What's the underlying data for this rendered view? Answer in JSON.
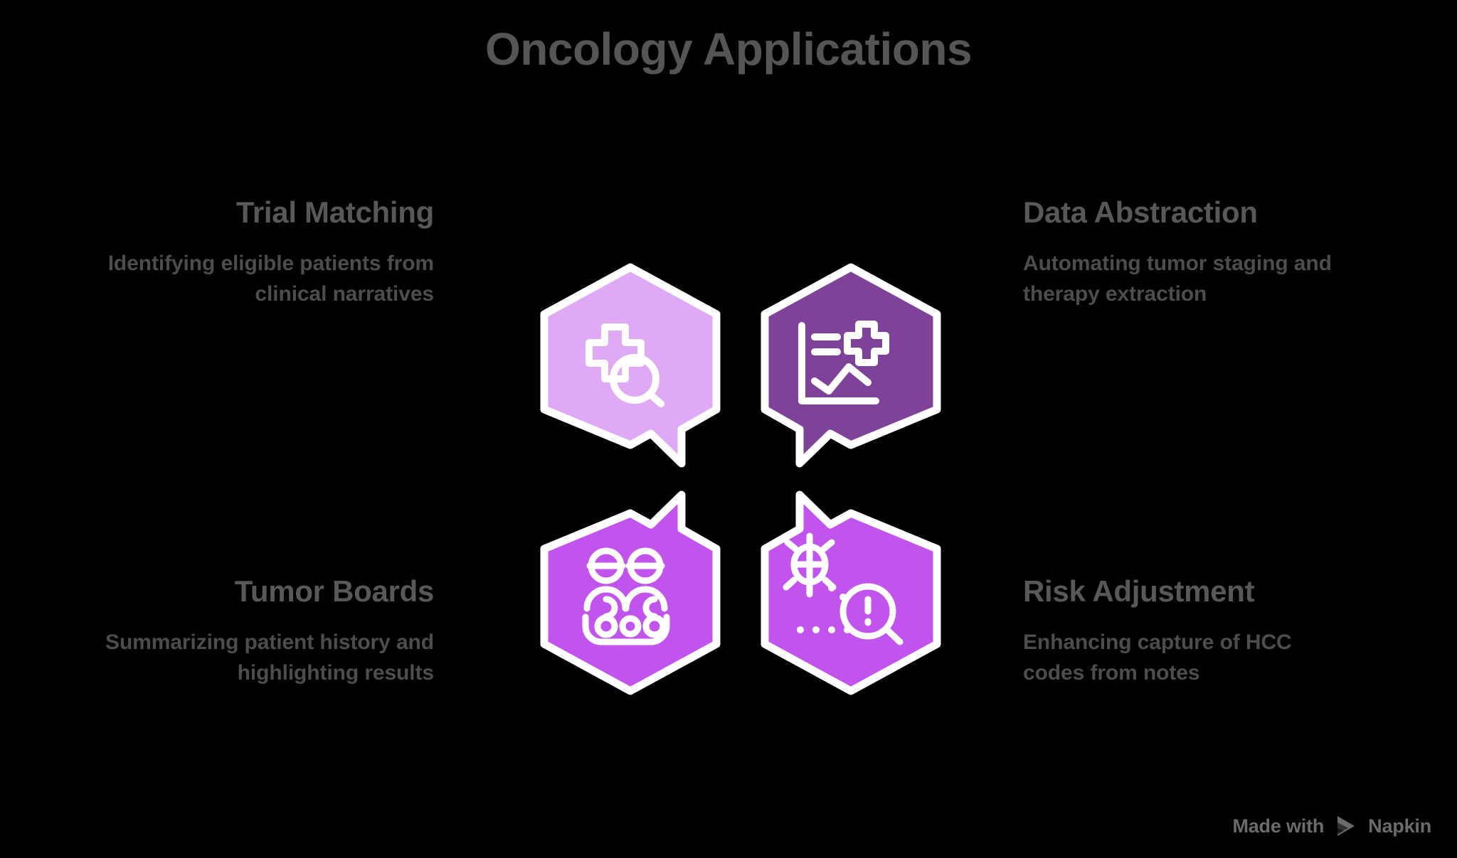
{
  "background_color": "#000000",
  "header": {
    "title": "Oncology Applications"
  },
  "palette": {
    "title_color": "#555555",
    "block_title_color": "#585858",
    "block_desc_color": "#4d4d4d",
    "hex_light_lavender": "#DFA9F5",
    "hex_dark_purple": "#7E4399",
    "hex_purple": "#C254EE",
    "icon_stroke": "#FFFFFF",
    "hex_border": "#FFFFFF",
    "watermark_color": "#6b6b6b"
  },
  "blocks": [
    {
      "id": "trial-matching",
      "title": "Trial Matching",
      "description": "Identifying eligible patients from clinical narratives",
      "side": "left",
      "icon": "cross-magnifier-icon",
      "hex_color": "#DFA9F5"
    },
    {
      "id": "data-abstraction",
      "title": "Data Abstraction",
      "description": "Automating tumor staging and therapy extraction",
      "side": "right",
      "icon": "chart-cross-icon",
      "hex_color": "#7E4399"
    },
    {
      "id": "tumor-boards",
      "title": "Tumor Boards",
      "description": "Summarizing patient history and highlighting results",
      "side": "left",
      "icon": "people-meeting-icon",
      "hex_color": "#C254EE"
    },
    {
      "id": "risk-adjustment",
      "title": "Risk Adjustment",
      "description": "Enhancing capture of HCC codes from notes",
      "side": "right",
      "icon": "bug-magnifier-icon",
      "hex_color": "#C254EE"
    }
  ],
  "watermark": {
    "text_before": "Made with",
    "brand": "Napkin",
    "logo": "napkin-play-logo"
  }
}
